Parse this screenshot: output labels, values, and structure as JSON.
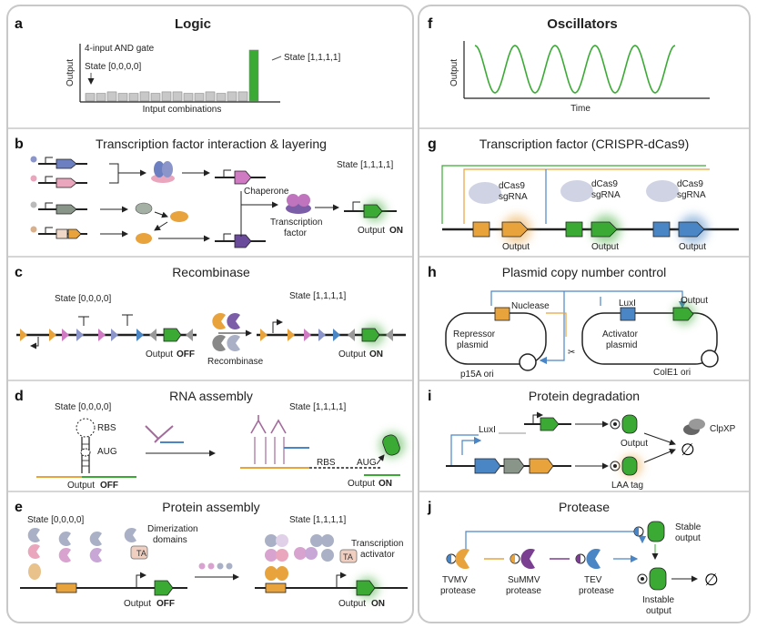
{
  "sections": {
    "logic": {
      "header": "Logic",
      "letter": "a",
      "ylabel": "Output",
      "xlabel": "Intput combinations",
      "gate": "4-input AND gate",
      "state_off": "State [0,0,0,0]",
      "state_on": "State [1,1,1,1]",
      "bars": [
        0.15,
        0.15,
        0.18,
        0.15,
        0.15,
        0.18,
        0.15,
        0.18,
        0.18,
        0.15,
        0.15,
        0.18,
        0.15,
        0.18,
        0.18,
        1.0
      ]
    },
    "oscillators": {
      "header": "Oscillators",
      "letter": "f",
      "ylabel": "Output",
      "xlabel": "Time"
    },
    "b": {
      "letter": "b",
      "title": "Transcription factor interaction & layering",
      "state": "State [1,1,1,1]",
      "chaperone": "Chaperone",
      "tf1": "Transcription",
      "tf2": "factor",
      "output": "Output",
      "on": "ON"
    },
    "c": {
      "letter": "c",
      "title": "Recombinase",
      "state_off": "State [0,0,0,0]",
      "state_on": "State [1,1,1,1]",
      "recombinase": "Recombinase",
      "output": "Output",
      "off": "OFF",
      "on": "ON"
    },
    "d": {
      "letter": "d",
      "title": "RNA assembly",
      "state_off": "State [0,0,0,0]",
      "state_on": "State [1,1,1,1]",
      "rbs": "RBS",
      "aug": "AUG",
      "output": "Output",
      "off": "OFF",
      "on": "ON"
    },
    "e": {
      "letter": "e",
      "title": "Protein assembly",
      "state_off": "State [0,0,0,0]",
      "state_on": "State [1,1,1,1]",
      "dim1": "Dimerization",
      "dim2": "domains",
      "ta": "TA",
      "act1": "Transcription",
      "act2": "activator",
      "output": "Output",
      "off": "OFF",
      "on": "ON"
    },
    "g": {
      "letter": "g",
      "title": "Transcription factor (CRISPR-dCas9)",
      "dcas9": "dCas9",
      "sgrna": "sgRNA",
      "output": "Output"
    },
    "h": {
      "letter": "h",
      "title": "Plasmid copy number control",
      "nuclease": "Nuclease",
      "luxi": "LuxI",
      "output": "Output",
      "rep1": "Repressor",
      "rep2": "plasmid",
      "act1": "Activator",
      "act2": "plasmid",
      "ori1": "p15A ori",
      "ori2": "ColE1 ori"
    },
    "i": {
      "letter": "i",
      "title": "Protein degradation",
      "luxi": "LuxI",
      "output": "Output",
      "laa": "LAA tag",
      "clpxp": "ClpXP",
      "null": "∅"
    },
    "j": {
      "letter": "j",
      "title": "Protease",
      "tvmv1": "TVMV",
      "tvmv2": "protease",
      "summv1": "SuMMV",
      "summv2": "protease",
      "tev1": "TEV",
      "tev2": "protease",
      "stable1": "Stable",
      "stable2": "output",
      "inst1": "Instable",
      "inst2": "output",
      "null": "∅"
    }
  },
  "colors": {
    "green": "#3aaa35",
    "orange": "#e8a33d",
    "blue": "#4a86c5",
    "purple": "#7b5ea7",
    "pink": "#e8a0b8",
    "gray": "#9a9a9a",
    "frame": "#c8c8c8"
  }
}
